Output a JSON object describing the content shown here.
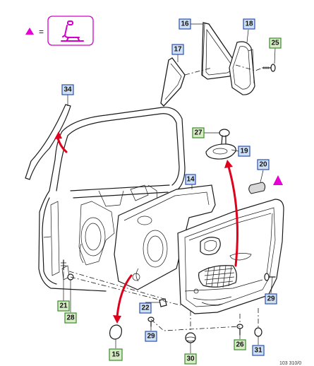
{
  "legend": {
    "equals_sign": "="
  },
  "callouts": [
    {
      "id": "c14",
      "label": "14",
      "style": "blue"
    },
    {
      "id": "c15",
      "label": "15",
      "style": "green"
    },
    {
      "id": "c16",
      "label": "16",
      "style": "blue"
    },
    {
      "id": "c17",
      "label": "17",
      "style": "blue"
    },
    {
      "id": "c18",
      "label": "18",
      "style": "blue"
    },
    {
      "id": "c19",
      "label": "19",
      "style": "blue"
    },
    {
      "id": "c20",
      "label": "20",
      "style": "blue"
    },
    {
      "id": "c21",
      "label": "21",
      "style": "green"
    },
    {
      "id": "c22",
      "label": "22",
      "style": "blue"
    },
    {
      "id": "c25",
      "label": "25",
      "style": "green"
    },
    {
      "id": "c26",
      "label": "26",
      "style": "green"
    },
    {
      "id": "c27",
      "label": "27",
      "style": "green"
    },
    {
      "id": "c28",
      "label": "28",
      "style": "green"
    },
    {
      "id": "c29a",
      "label": "29",
      "style": "blue"
    },
    {
      "id": "c29b",
      "label": "29",
      "style": "blue"
    },
    {
      "id": "c30",
      "label": "30",
      "style": "green"
    },
    {
      "id": "c31",
      "label": "31",
      "style": "blue"
    },
    {
      "id": "c34",
      "label": "34",
      "style": "blue"
    }
  ],
  "reference_code": "103 310/0"
}
